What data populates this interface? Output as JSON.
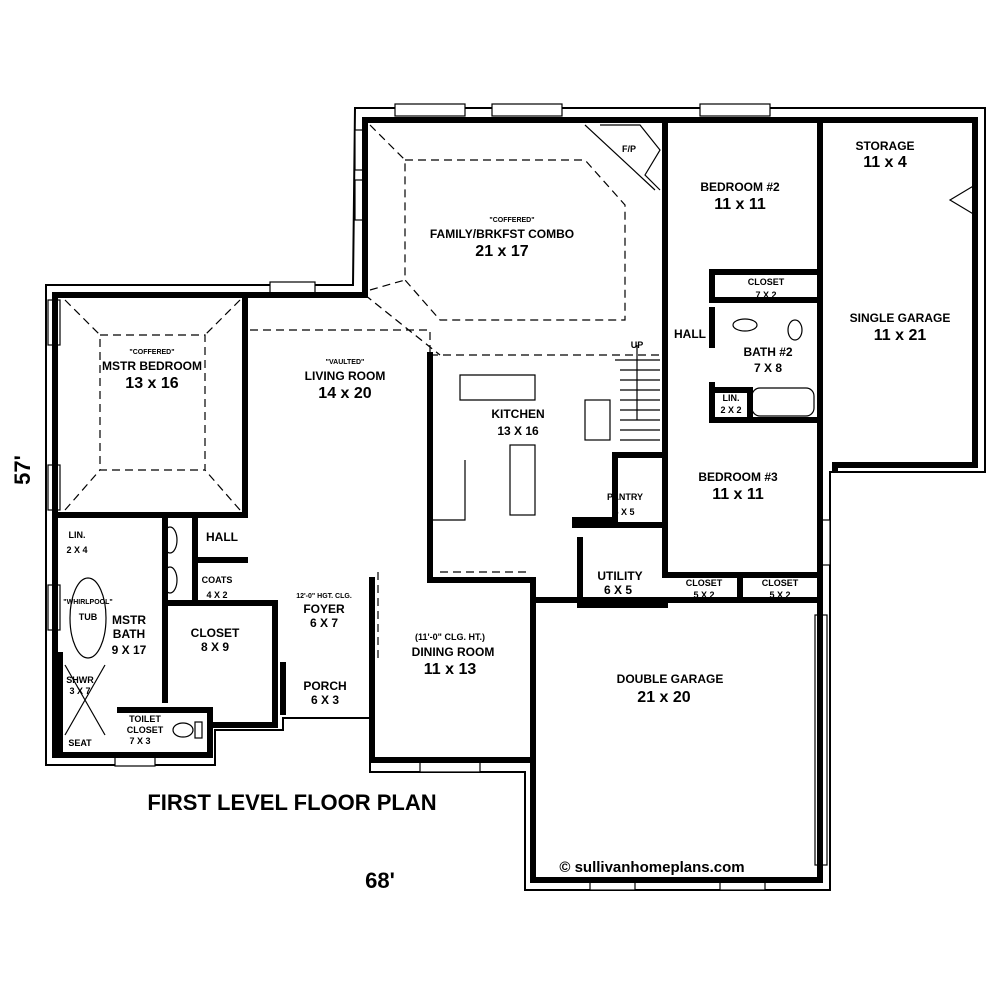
{
  "title": "FIRST LEVEL FLOOR PLAN",
  "width_dim": "68'",
  "depth_dim": "57'",
  "copyright": "© sullivanhomeplans.com",
  "rooms": {
    "family": {
      "note": "\"COFFERED\"",
      "name": "FAMILY/BRKFST COMBO",
      "size": "21 x 17"
    },
    "fireplace": {
      "name": "F/P"
    },
    "bedroom2": {
      "name": "BEDROOM #2",
      "size": "11 x 11"
    },
    "storage": {
      "name": "STORAGE",
      "size": "11 x 4"
    },
    "single_garage": {
      "name": "SINGLE GARAGE",
      "size": "11 x 21"
    },
    "closet_b2": {
      "name": "CLOSET",
      "size": "7 X 2"
    },
    "hall_right": {
      "name": "HALL"
    },
    "bath2": {
      "name": "BATH #2",
      "size": "7 X 8"
    },
    "lin_right": {
      "name": "LIN.",
      "size": "2 X 2"
    },
    "stairs": {
      "name": "UP"
    },
    "master_bedroom": {
      "note": "\"COFFERED\"",
      "name": "MSTR BEDROOM",
      "size": "13 x 16"
    },
    "living": {
      "note": "\"VAULTED\"",
      "name": "LIVING ROOM",
      "size": "14 x 20"
    },
    "kitchen": {
      "name": "KITCHEN",
      "size": "13 X 16"
    },
    "pantry": {
      "name": "PANTRY",
      "size": "5 X 5"
    },
    "bedroom3": {
      "name": "BEDROOM #3",
      "size": "11 x 11"
    },
    "utility": {
      "name": "UTILITY",
      "size": "6 X 5"
    },
    "closet_b3a": {
      "name": "CLOSET",
      "size": "5 X 2"
    },
    "closet_b3b": {
      "name": "CLOSET",
      "size": "5 X 2"
    },
    "lin_left": {
      "name": "LIN.",
      "size": "2 X 4"
    },
    "hall_left": {
      "name": "HALL"
    },
    "coats": {
      "name": "COATS",
      "size": "4 X 2"
    },
    "tub": {
      "note": "\"WHIRLPOOL\"",
      "name": "TUB"
    },
    "master_bath": {
      "name1": "MSTR",
      "name2": "BATH",
      "size": "9 X 17"
    },
    "master_closet": {
      "name": "CLOSET",
      "size": "8 X 9"
    },
    "shower": {
      "name": "SHWR",
      "size": "3 X 7"
    },
    "seat": {
      "name": "SEAT"
    },
    "toilet_closet": {
      "name1": "TOILET",
      "name2": "CLOSET",
      "size": "7 X 3"
    },
    "foyer": {
      "note": "12'-0\" HGT. CLG.",
      "name": "FOYER",
      "size": "6 X 7"
    },
    "porch": {
      "name": "PORCH",
      "size": "6 X 3"
    },
    "dining": {
      "note": "(11'-0\" CLG. HT.)",
      "name": "DINING ROOM",
      "size": "11 x 13"
    },
    "double_garage": {
      "name": "DOUBLE GARAGE",
      "size": "21 x 20"
    }
  }
}
